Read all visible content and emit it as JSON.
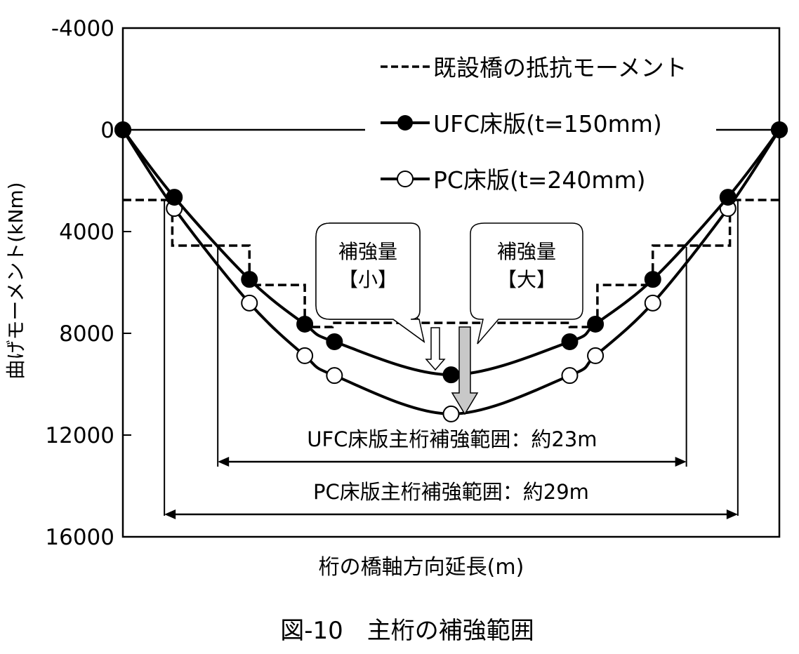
{
  "chart_data": {
    "type": "line",
    "title": "図-10　主桁の補強範囲",
    "xlabel": "桁の橋軸方向延長(m)",
    "ylabel": "曲げモーメント(kNm)",
    "ylim": [
      -4000,
      16000
    ],
    "y_inverted": true,
    "xlim": [
      0,
      33.2
    ],
    "yticks": [
      "-4000",
      "0",
      "4000",
      "8000",
      "12000",
      "16000"
    ],
    "ytick_values": [
      -4000,
      0,
      4000,
      8000,
      12000,
      16000
    ],
    "grid": false,
    "legend_position": "top-right",
    "series": [
      {
        "name": "既設橋の抵抗モーメント",
        "style": "dashed",
        "x": [
          0,
          2.5,
          2.5,
          6.4,
          6.4,
          9.2,
          9.2,
          10.6,
          10.6,
          22.6,
          22.6,
          24.0,
          24.0,
          26.8,
          26.8,
          30.7,
          30.7,
          33.2
        ],
        "y": [
          2760,
          2760,
          4550,
          4550,
          6100,
          6100,
          7750,
          7750,
          7590,
          7590,
          7750,
          7750,
          6100,
          6100,
          4550,
          4550,
          2760,
          2760
        ]
      },
      {
        "name": "UFC床版(t=150mm)",
        "marker": "filled",
        "x": [
          0,
          2.6,
          6.4,
          9.2,
          10.7,
          16.6,
          22.6,
          23.9,
          26.8,
          30.6,
          33.2
        ],
        "y": [
          0,
          2650,
          5880,
          7640,
          8330,
          9630,
          8330,
          7640,
          5880,
          2650,
          0
        ]
      },
      {
        "name": "PC床版(t=240mm)",
        "marker": "hollow",
        "x": [
          0,
          2.6,
          6.4,
          9.2,
          10.7,
          16.6,
          22.6,
          23.9,
          26.8,
          30.6,
          33.2
        ],
        "y": [
          0,
          3090,
          6810,
          8880,
          9660,
          11170,
          9660,
          8880,
          6810,
          3090,
          0
        ]
      }
    ],
    "annotations": {
      "callout_small": [
        "補強量",
        "【小】"
      ],
      "callout_large": [
        "補強量",
        "【大】"
      ],
      "ufc_range": {
        "label": "UFC床版主桁補強範囲：約23m",
        "x": [
          4.8,
          28.5
        ]
      },
      "pc_range": {
        "label": "PC床版主桁補強範囲：約29m",
        "x": [
          2.1,
          31.1
        ]
      }
    }
  }
}
